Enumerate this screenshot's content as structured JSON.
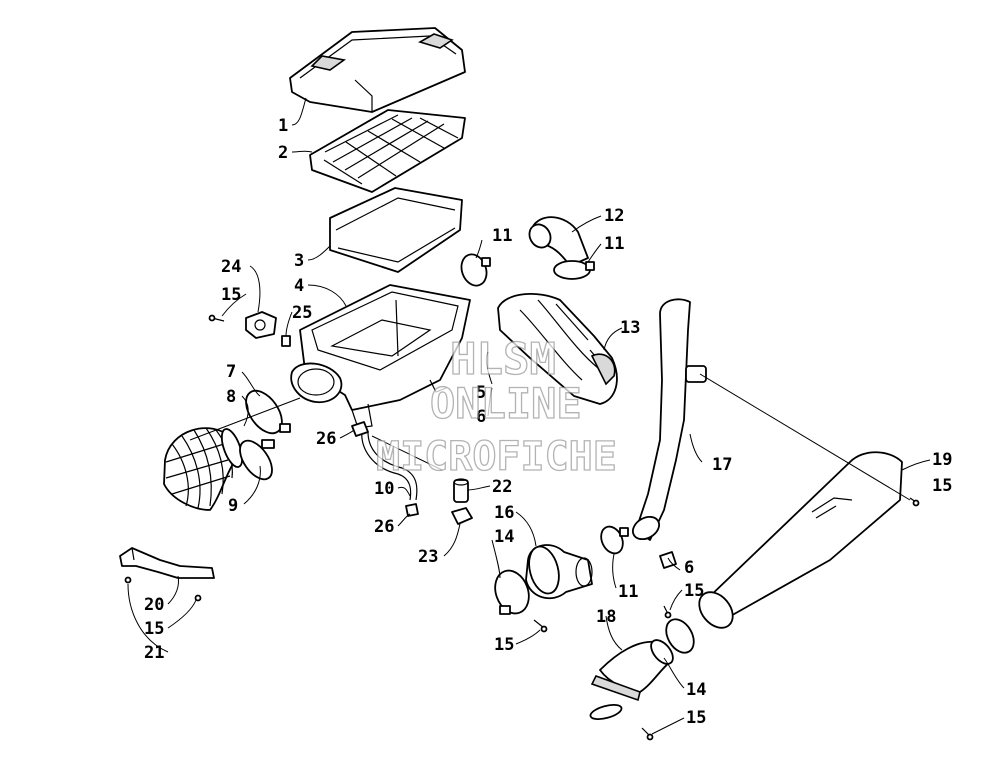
{
  "callouts": {
    "c1": "1",
    "c2": "2",
    "c3": "3",
    "c4": "4",
    "c5": "5",
    "c6a": "6",
    "c6b": "6",
    "c7": "7",
    "c8": "8",
    "c9": "9",
    "c10": "10",
    "c11a": "11",
    "c11b": "11",
    "c11c": "11",
    "c12": "12",
    "c13": "13",
    "c14a": "14",
    "c14b": "14",
    "c15a": "15",
    "c15b": "15",
    "c15c": "15",
    "c15d": "15",
    "c15e": "15",
    "c15f": "15",
    "c16": "16",
    "c17": "17",
    "c18": "18",
    "c19": "19",
    "c20": "20",
    "c21": "21",
    "c22": "22",
    "c23": "23",
    "c24": "24",
    "c25": "25",
    "c26a": "26",
    "c26b": "26"
  },
  "watermark": {
    "line1": "HLSM",
    "line2": "ONLINE",
    "line3": "MICROFICHE"
  }
}
